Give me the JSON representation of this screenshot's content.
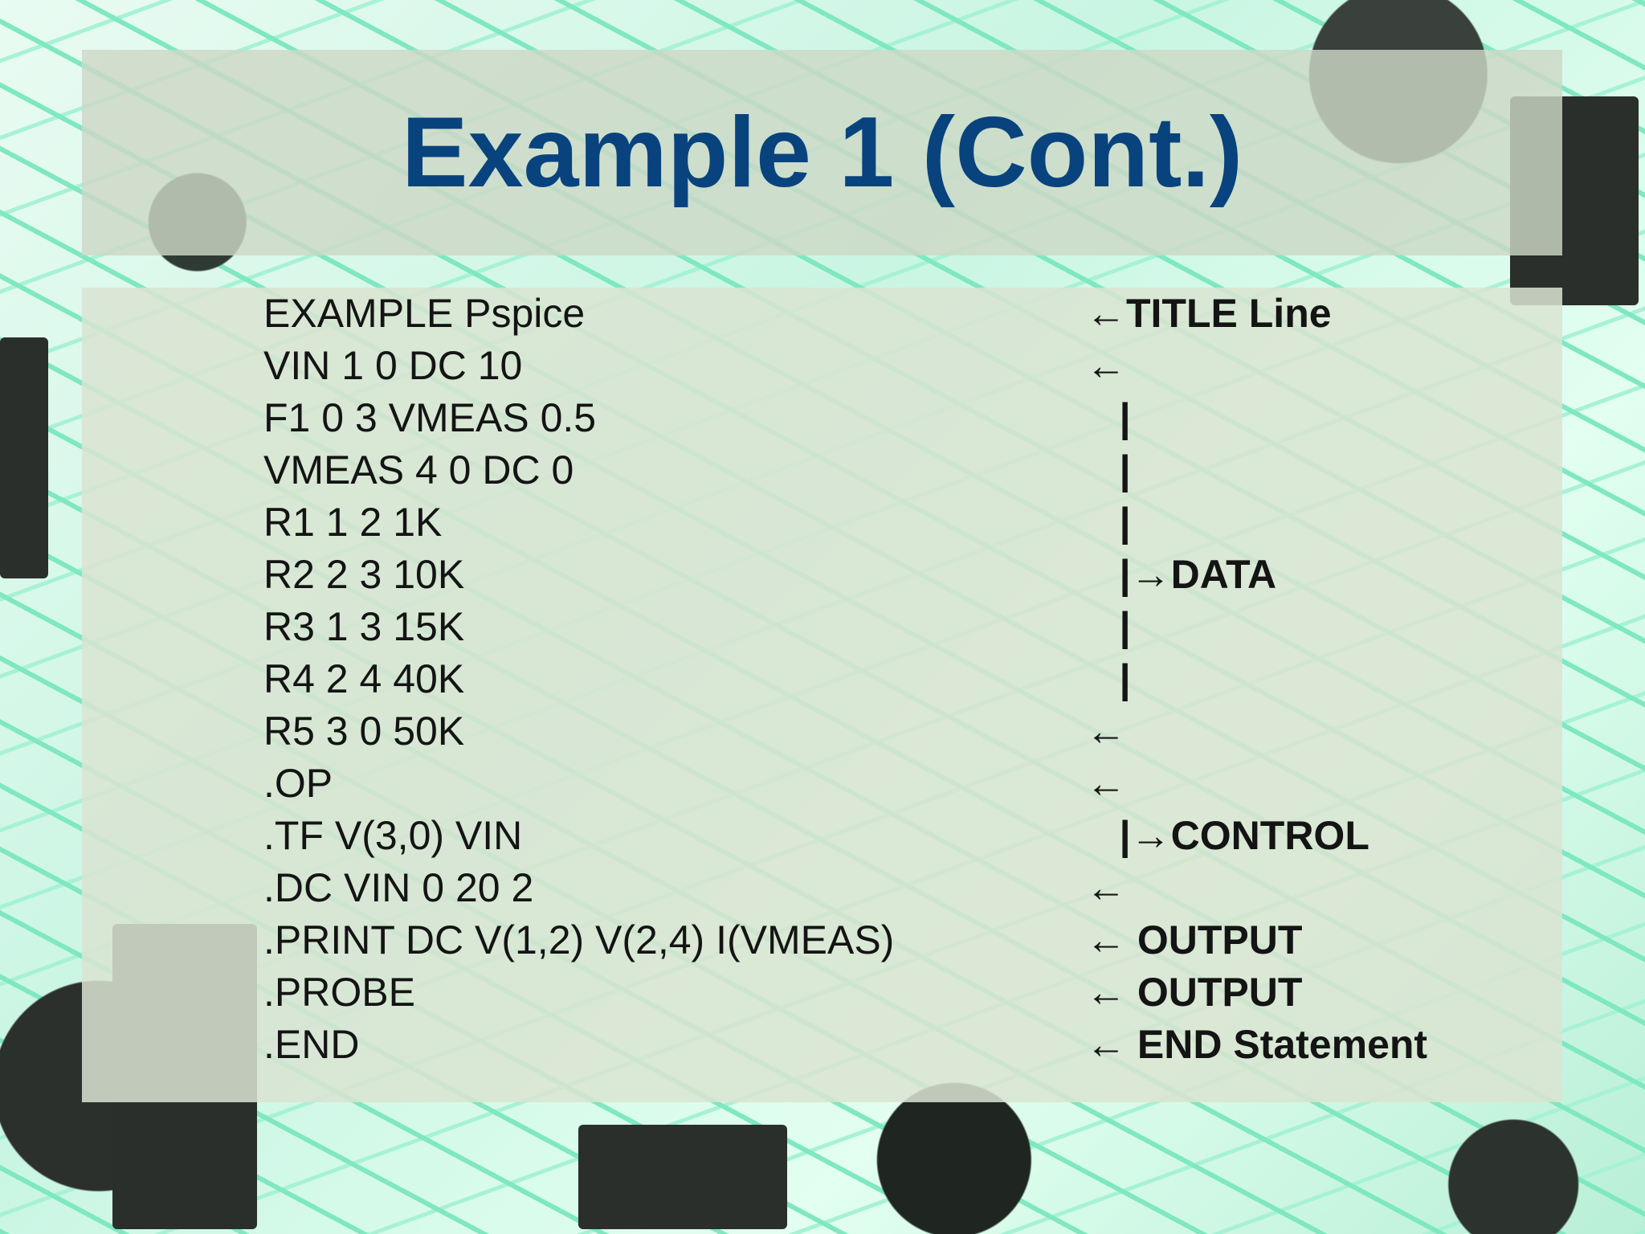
{
  "slide": {
    "title": "Example 1 (Cont.)"
  },
  "code_lines": [
    "EXAMPLE Pspice",
    "VIN 1 0 DC 10",
    "F1 0 3 VMEAS 0.5",
    "VMEAS 4 0 DC 0",
    "R1 1 2 1K",
    "R2 2 3 10K",
    "R3 1 3 15K",
    "R4 2 4 40K",
    "R5 3 0 50K",
    ".OP",
    ".TF V(3,0) VIN",
    ".DC VIN 0 20 2",
    ".PRINT DC V(1,2) V(2,4) I(VMEAS)",
    ".PROBE",
    ".END"
  ],
  "annotations": [
    "←TITLE Line",
    "←",
    "   |",
    "   |",
    "   |",
    "   |→DATA",
    "   |",
    "   |",
    "←",
    "←",
    "   |→CONTROL",
    "←",
    "← OUTPUT",
    "← OUTPUT",
    "← END Statement"
  ]
}
